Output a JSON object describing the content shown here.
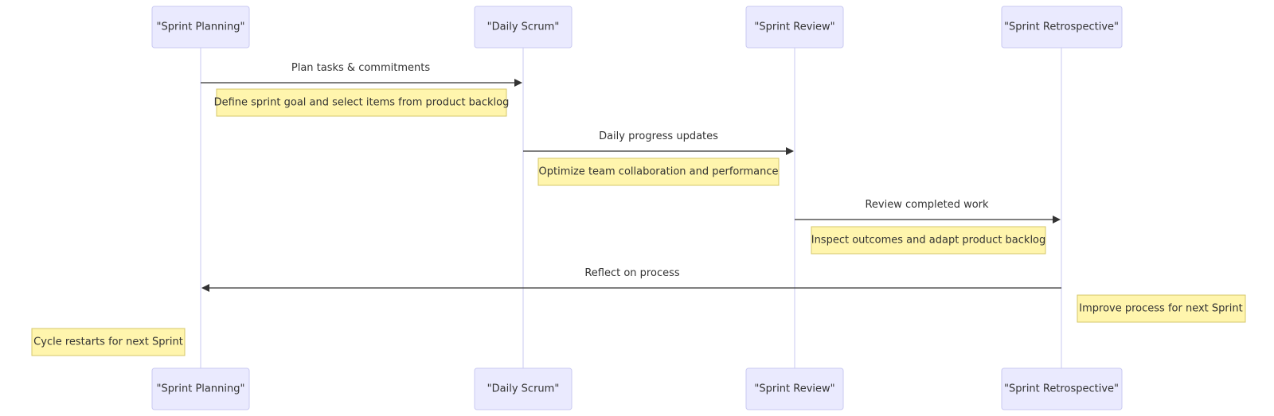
{
  "participants": [
    {
      "id": "planning",
      "label": "\"Sprint Planning\""
    },
    {
      "id": "daily",
      "label": "\"Daily Scrum\""
    },
    {
      "id": "review",
      "label": "\"Sprint Review\""
    },
    {
      "id": "retro",
      "label": "\"Sprint Retrospective\""
    }
  ],
  "messages": [
    {
      "from": "planning",
      "to": "daily",
      "label": "Plan tasks & commitments"
    },
    {
      "from": "daily",
      "to": "review",
      "label": "Daily progress updates"
    },
    {
      "from": "review",
      "to": "retro",
      "label": "Review completed work"
    },
    {
      "from": "retro",
      "to": "planning",
      "label": "Reflect on process"
    }
  ],
  "notes": [
    {
      "anchor": "planning",
      "placement": "over planning-daily",
      "text": "Define sprint goal and select items from product backlog"
    },
    {
      "anchor": "daily",
      "placement": "over daily-review",
      "text": "Optimize team collaboration and performance"
    },
    {
      "anchor": "review",
      "placement": "over review-retro",
      "text": "Inspect outcomes and adapt product backlog"
    },
    {
      "anchor": "retro",
      "placement": "right of retro",
      "text": "Improve process for next Sprint"
    },
    {
      "anchor": "planning",
      "placement": "left of planning",
      "text": "Cycle restarts for next Sprint"
    }
  ],
  "colors": {
    "actor_fill": "#eaeafe",
    "actor_stroke": "#c9c9f2",
    "note_fill": "#fff5ad",
    "note_stroke": "#d4c76a",
    "line": "#333333"
  }
}
